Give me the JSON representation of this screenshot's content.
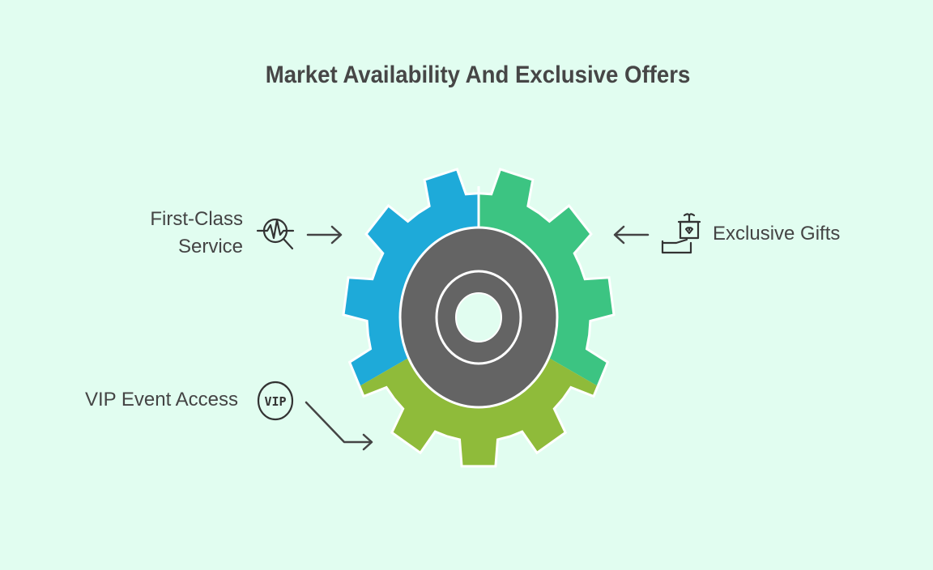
{
  "title": "Market Availability And Exclusive Offers",
  "items": [
    {
      "label_line1": "First-Class",
      "label_line2": "Service",
      "icon": "service-quality-search-icon",
      "color": "#1EAAD9"
    },
    {
      "label": "Exclusive Gifts",
      "icon": "gift-hand-icon",
      "color": "#3CC482"
    },
    {
      "label": "VIP Event Access",
      "icon": "vip-badge-icon",
      "icon_text": "VIP",
      "color": "#8FBB3A"
    }
  ],
  "hub_color": "#646464"
}
